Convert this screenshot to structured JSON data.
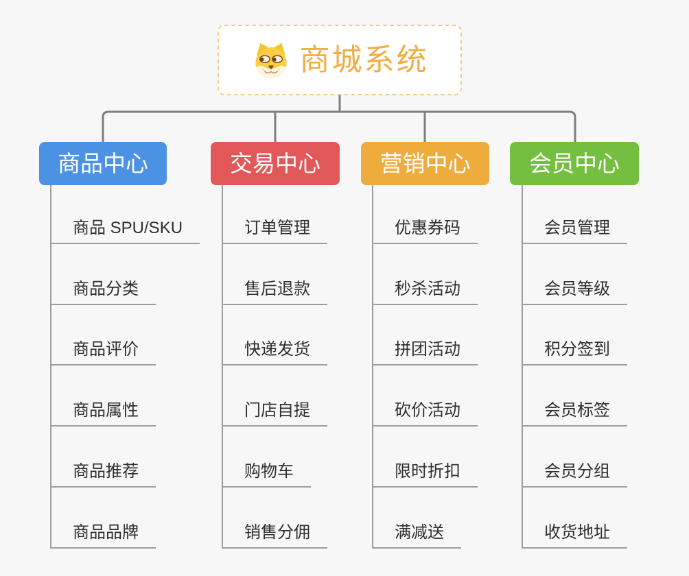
{
  "palette": {
    "background": "#F7F7F7",
    "connector": "#7D7D7D",
    "leaf_line": "#9C9C9C",
    "leaf_text": "#2E2E2E"
  },
  "root": {
    "title": "商城系统",
    "title_color": "#F0AD43",
    "border_color": "#F2CA8C",
    "icon": "shiba-dog-icon"
  },
  "branches": [
    {
      "label": "商品中心",
      "color": "#4B92E5",
      "items": [
        "商品 SPU/SKU",
        "商品分类",
        "商品评价",
        "商品属性",
        "商品推荐",
        "商品品牌"
      ]
    },
    {
      "label": "交易中心",
      "color": "#E25758",
      "items": [
        "订单管理",
        "售后退款",
        "快递发货",
        "门店自提",
        "购物车",
        "销售分佣"
      ]
    },
    {
      "label": "营销中心",
      "color": "#EDAC3C",
      "items": [
        "优惠券码",
        "秒杀活动",
        "拼团活动",
        "砍价活动",
        "限时折扣",
        "满减送"
      ]
    },
    {
      "label": "会员中心",
      "color": "#74BF3F",
      "items": [
        "会员管理",
        "会员等级",
        "积分签到",
        "会员标签",
        "会员分组",
        "收货地址"
      ]
    }
  ]
}
